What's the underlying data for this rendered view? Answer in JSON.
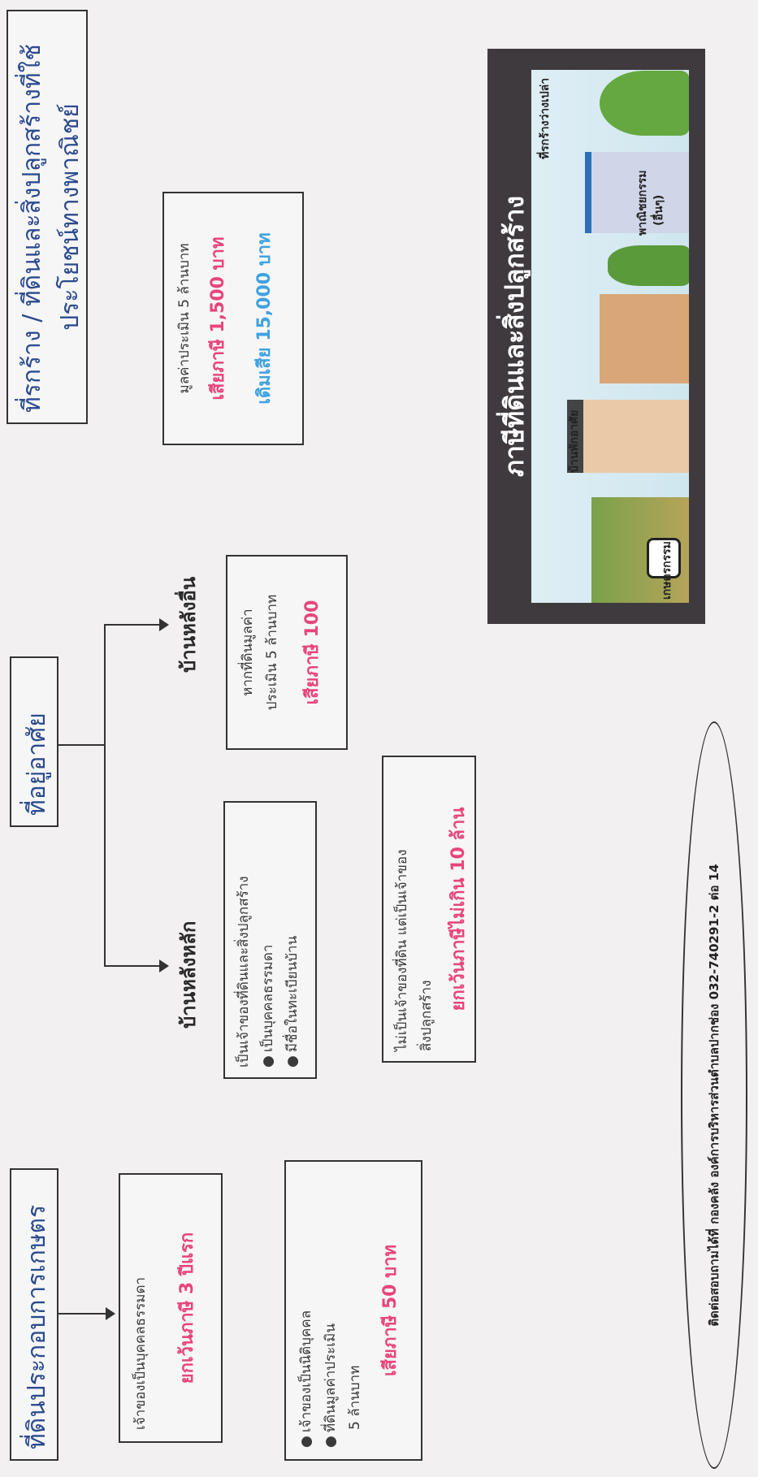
{
  "agri": {
    "header": "ที่ดินประกอบการเกษตร",
    "box1_line1": "เจ้าของเป็นบุคคลธรรมดา",
    "box1_tax": "ยกเว้นภาษี 3 ปีแรก",
    "box2_b1": "เจ้าของเป็นนิติบุคคล",
    "box2_b2": "ที่ดินมูลค่าประเมิน",
    "box2_b2b": "5 ล้านบาท",
    "box2_tax": "เสียภาษี 50 บาท"
  },
  "residential": {
    "header": "ที่อยู่อาศัย",
    "main_title": "บ้านหลังหลัก",
    "other_title": "บ้านหลังอื่น",
    "main_box1_line1": "เป็นเจ้าของที่ดินและสิ่งปลูกสร้าง",
    "main_box1_b1": "เป็นบุคคลธรรมดา",
    "main_box1_b2": "มีชื่อในทะเบียนบ้าน",
    "main_box2_line1": "ไม่เป็นเจ้าของที่ดิน แต่เป็นเจ้าของ",
    "main_box2_line2": "สิ่งปลูกสร้าง",
    "main_box2_tax": "ยกเว้นภาษีไม่เกิน 10 ล้าน",
    "other_box_line1": "หากที่ดินมูลค่า",
    "other_box_line2": "ประเมิน 5 ล้านบาท",
    "other_box_tax": "เสียภาษี 100"
  },
  "commercial": {
    "header_line1": "ที่รกร้าง / ที่ดินและสิ่งปลูกสร้างที่ใช้",
    "header_line2": "ประโยชน์ทางพาณิชย์",
    "box_line1": "มูลค่าประเมิน 5 ล้านบาท",
    "box_tax": "เสียภาษี 1,500 บาท",
    "box_extra": "เดิมเสีย 15,000 บาท"
  },
  "photo": {
    "title": "ภาษีที่ดินและสิ่งปลูกสร้าง",
    "cap1": "เกษตรกรรม",
    "cap2": "บ้านพักอาศัย",
    "cap3": "พาณิชยกรรม",
    "cap3b": "(อื่นๆ)",
    "cap4": "ที่รกร้างว่างเปล่า"
  },
  "footer": "ติดต่อสอบถามได้ที่ กองคลัง องค์การบริหารส่วนตำบลปากช่อง 032-740291-2 ต่อ 14"
}
